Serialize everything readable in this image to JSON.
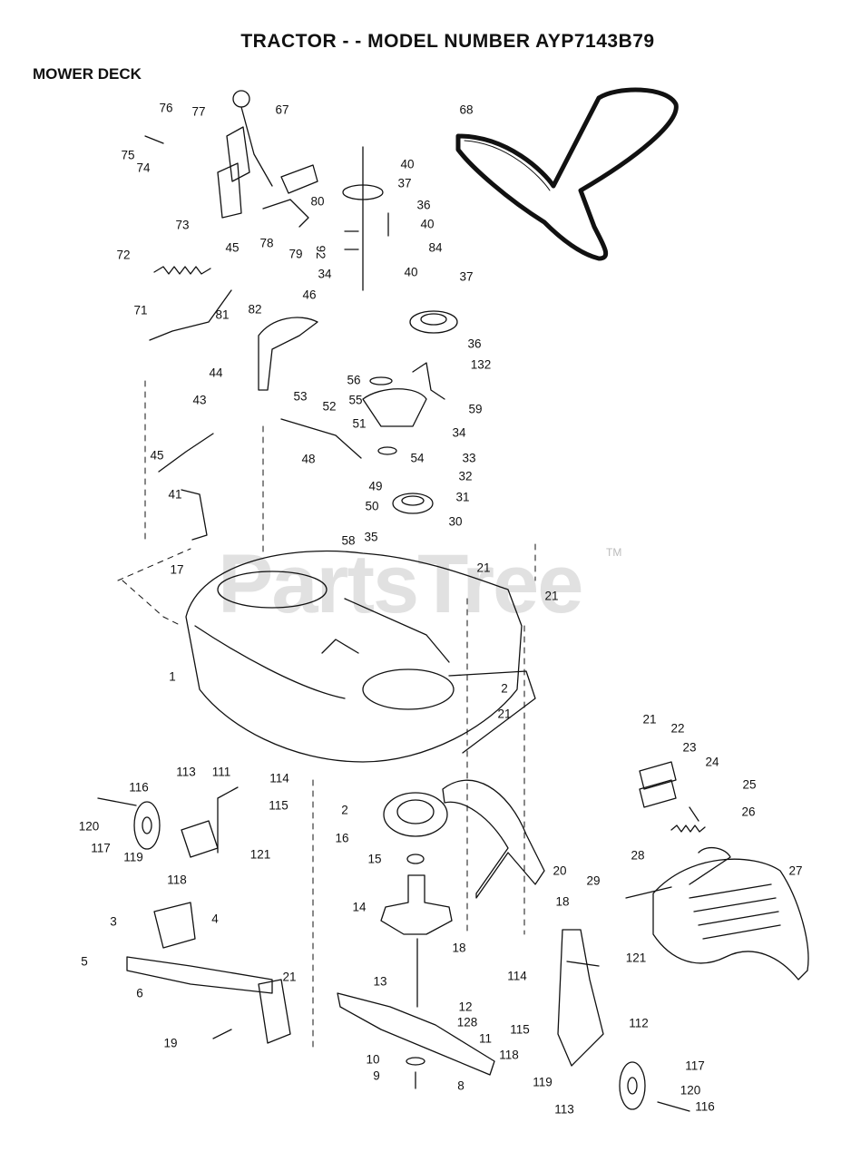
{
  "title": "TRACTOR - - MODEL NUMBER AYP7143B79",
  "section": "MOWER DECK",
  "watermark": "PartsTree",
  "trademark": "TM",
  "callouts": [
    "76",
    "77",
    "67",
    "75",
    "74",
    "73",
    "78",
    "79",
    "80",
    "92",
    "72",
    "45",
    "82",
    "81",
    "71",
    "46",
    "44",
    "43",
    "45",
    "41",
    "53",
    "52",
    "51",
    "48",
    "49",
    "50",
    "58",
    "17",
    "1",
    "35",
    "30",
    "21",
    "21",
    "2",
    "21",
    "2",
    "16",
    "15",
    "14",
    "13",
    "12",
    "128",
    "11",
    "10",
    "9",
    "8",
    "18",
    "18",
    "20",
    "68",
    "40",
    "37",
    "36",
    "40",
    "84",
    "40",
    "37",
    "36",
    "132",
    "56",
    "55",
    "59",
    "34",
    "54",
    "33",
    "32",
    "31",
    "34",
    "116",
    "120",
    "117",
    "119",
    "118",
    "113",
    "111",
    "114",
    "115",
    "121",
    "3",
    "4",
    "5",
    "6",
    "21",
    "19",
    "114",
    "121",
    "115",
    "112",
    "118",
    "119",
    "117",
    "113",
    "120",
    "116",
    "21",
    "22",
    "23",
    "24",
    "25",
    "26",
    "27",
    "28",
    "29"
  ]
}
